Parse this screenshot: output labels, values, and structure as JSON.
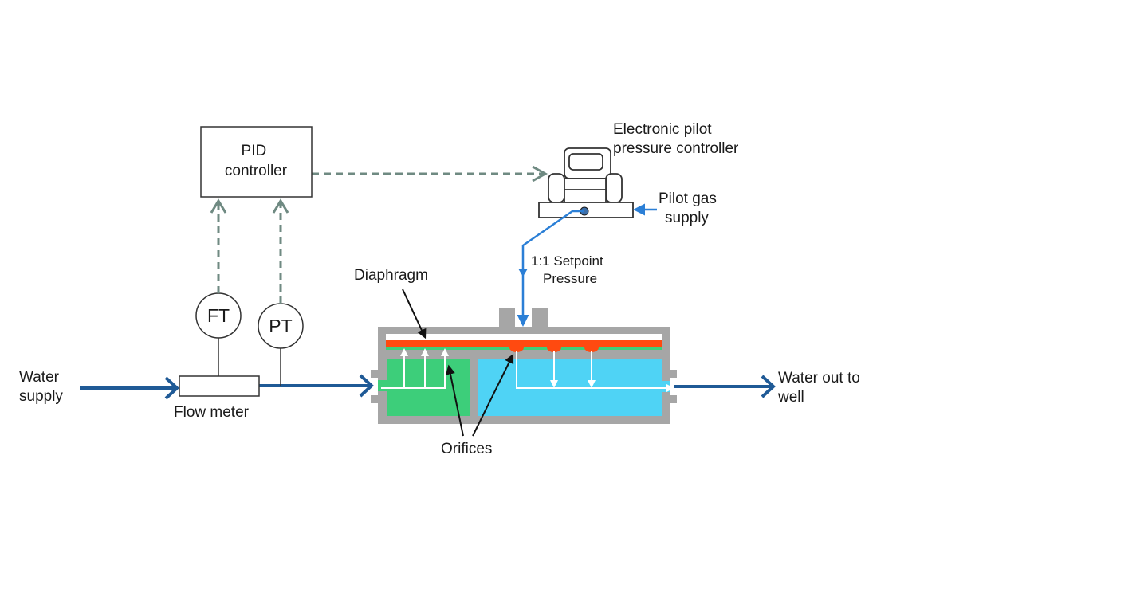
{
  "labels": {
    "water_supply": [
      "Water",
      "supply"
    ],
    "flow_meter": "Flow meter",
    "pid_controller": [
      "PID",
      "controller"
    ],
    "ft": "FT",
    "pt": "PT",
    "pilot_controller": [
      "Electronic pilot",
      "pressure controller"
    ],
    "pilot_gas": [
      "Pilot gas",
      "supply"
    ],
    "setpoint": [
      "1:1 Setpoint",
      "Pressure"
    ],
    "diaphragm": "Diaphragm",
    "orifices": "Orifices",
    "water_out": [
      "Water out to",
      "well"
    ]
  },
  "colors": {
    "water_line": "#1f5a96",
    "signal_line": "#6f8a82",
    "pilot_line": "#2b7fd6",
    "body": "#a6a6a6",
    "inlet_chamber": "#3dce7a",
    "outlet_chamber": "#4fd3f5",
    "diaphragm": "#ff4a10",
    "flow_arrows": "#ffffff",
    "outline": "#333333"
  }
}
